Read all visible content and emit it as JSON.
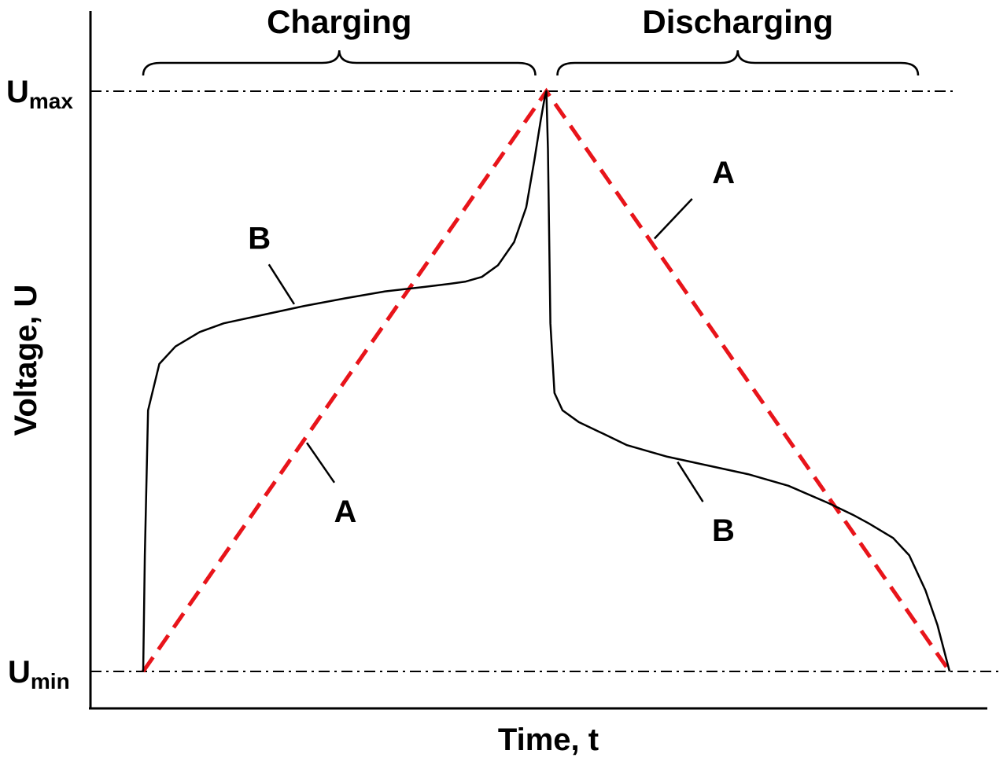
{
  "chart_data": {
    "type": "line",
    "title": "",
    "xlabel": "Time, t",
    "ylabel": "Voltage, U",
    "xlim": [
      0,
      1.18
    ],
    "ylim": [
      -0.07,
      1.06
    ],
    "y_levels": {
      "max": {
        "main": "U",
        "sub": "max",
        "value": 1.0
      },
      "min": {
        "main": "U",
        "sub": "min",
        "value": 0.0
      }
    },
    "phases": [
      {
        "label": "Charging",
        "x_range": [
          0.0,
          0.5
        ]
      },
      {
        "label": "Discharging",
        "x_range": [
          0.5,
          1.0
        ]
      }
    ],
    "series": [
      {
        "name": "A",
        "color": "#e8141a",
        "style": "dashed",
        "x": [
          0.0,
          0.5,
          1.0
        ],
        "y": [
          0.0,
          1.0,
          0.0
        ],
        "labels": [
          {
            "text": "A",
            "at_x": 0.2,
            "side": "below"
          },
          {
            "text": "A",
            "at_x": 0.63,
            "side": "above"
          }
        ]
      },
      {
        "name": "B",
        "color": "#000000",
        "style": "solid",
        "x": [
          0.0,
          0.002,
          0.006,
          0.02,
          0.04,
          0.07,
          0.1,
          0.15,
          0.2,
          0.25,
          0.3,
          0.35,
          0.38,
          0.4,
          0.42,
          0.44,
          0.46,
          0.475,
          0.485,
          0.493,
          0.498,
          0.5,
          0.502,
          0.505,
          0.51,
          0.52,
          0.54,
          0.57,
          0.6,
          0.65,
          0.7,
          0.75,
          0.8,
          0.85,
          0.88,
          0.9,
          0.93,
          0.95,
          0.97,
          0.985,
          1.0
        ],
        "y": [
          0.0,
          0.2,
          0.45,
          0.53,
          0.56,
          0.585,
          0.6,
          0.615,
          0.63,
          0.643,
          0.655,
          0.663,
          0.668,
          0.672,
          0.68,
          0.7,
          0.74,
          0.8,
          0.88,
          0.95,
          0.99,
          1.0,
          0.9,
          0.6,
          0.48,
          0.45,
          0.43,
          0.41,
          0.39,
          0.37,
          0.355,
          0.34,
          0.32,
          0.29,
          0.27,
          0.255,
          0.23,
          0.2,
          0.14,
          0.08,
          0.0
        ],
        "labels": [
          {
            "text": "B",
            "at_x": 0.19,
            "side": "above"
          },
          {
            "text": "B",
            "at_x": 0.66,
            "side": "below"
          }
        ]
      }
    ],
    "grid": false,
    "legend": "none"
  }
}
